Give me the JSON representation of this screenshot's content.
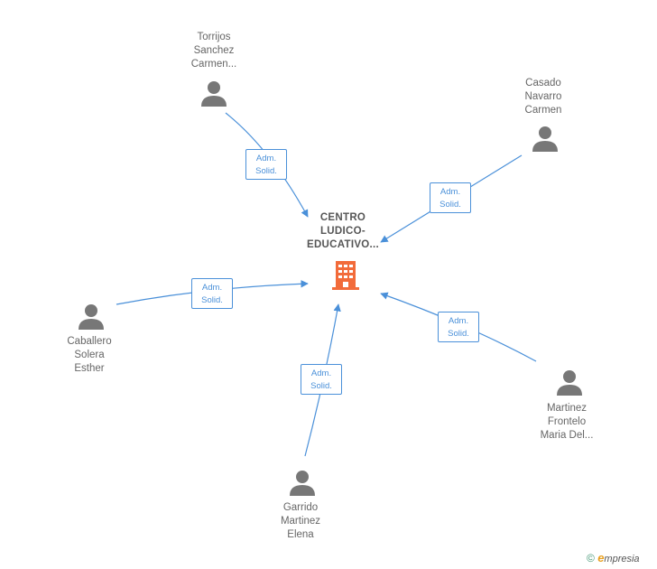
{
  "center": {
    "line1": "CENTRO",
    "line2": "LUDICO-",
    "line3": "EDUCATIVO...",
    "icon": "building-icon",
    "icon_color": "#f26b3a"
  },
  "relation_labels": {
    "line1": "Adm.",
    "line2": "Solid."
  },
  "people": [
    {
      "lines": [
        "Torrijos",
        "Sanchez",
        "Carmen..."
      ],
      "icon": "person-icon"
    },
    {
      "lines": [
        "Casado",
        "Navarro",
        "Carmen"
      ],
      "icon": "person-icon"
    },
    {
      "lines": [
        "Caballero",
        "Solera",
        "Esther"
      ],
      "icon": "person-icon"
    },
    {
      "lines": [
        "Martinez",
        "Frontelo",
        "Maria Del..."
      ],
      "icon": "person-icon"
    },
    {
      "lines": [
        "Garrido",
        "Martinez",
        "Elena"
      ],
      "icon": "person-icon"
    }
  ],
  "colors": {
    "edge": "#4a90d9",
    "person": "#777777",
    "label_text": "#666666"
  },
  "footer": {
    "copyright": "©",
    "brand_initial": "e",
    "brand_rest": "mpresia"
  }
}
